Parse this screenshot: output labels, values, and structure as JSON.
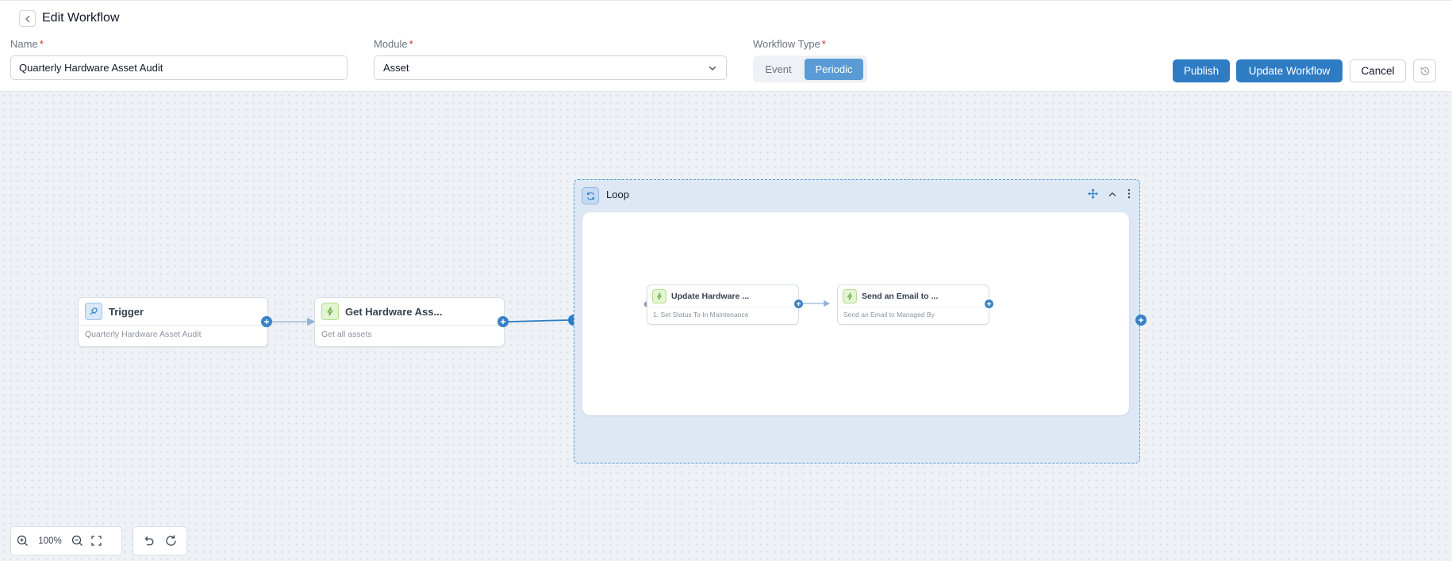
{
  "header": {
    "title": "Edit Workflow",
    "name_label": "Name",
    "name_value": "Quarterly Hardware Asset Audit",
    "module_label": "Module",
    "module_value": "Asset",
    "type_label": "Workflow Type",
    "required_mark": "*",
    "type_options": [
      "Event",
      "Periodic"
    ],
    "type_selected": "Periodic"
  },
  "actions": {
    "publish": "Publish",
    "update": "Update Workflow",
    "cancel": "Cancel"
  },
  "nodes": {
    "trigger": {
      "title": "Trigger",
      "subtitle": "Quarterly Hardware Asset Audit"
    },
    "get_assets": {
      "title": "Get Hardware Ass...",
      "subtitle": "Get all assets"
    },
    "loop": {
      "title": "Loop"
    },
    "update_hardware": {
      "title": "Update Hardware ...",
      "subtitle": "1. Set Status To In Maintenance"
    },
    "send_email": {
      "title": "Send an Email to ...",
      "subtitle": "Send an Email to Managed By"
    }
  },
  "toolbar": {
    "zoom": "100%"
  },
  "colors": {
    "accent": "#2e7cc4",
    "segment_active": "#5b9bd5",
    "required": "#dc2626",
    "canvas": "#eef2f7"
  }
}
